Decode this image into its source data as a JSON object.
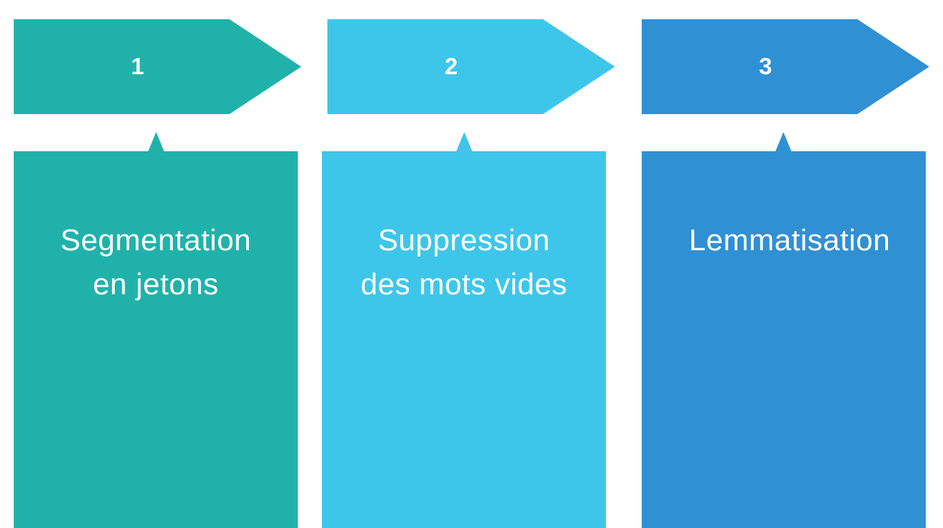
{
  "steps": [
    {
      "number": "1",
      "label_lines": [
        "Segmentation",
        "en jetons"
      ],
      "color": "#20b2aa"
    },
    {
      "number": "2",
      "label_lines": [
        "Suppression",
        "des mots vides"
      ],
      "color": "#3ec6ea"
    },
    {
      "number": "3",
      "label_lines": [
        "Lemmatisation"
      ],
      "color": "#3090d4"
    }
  ]
}
